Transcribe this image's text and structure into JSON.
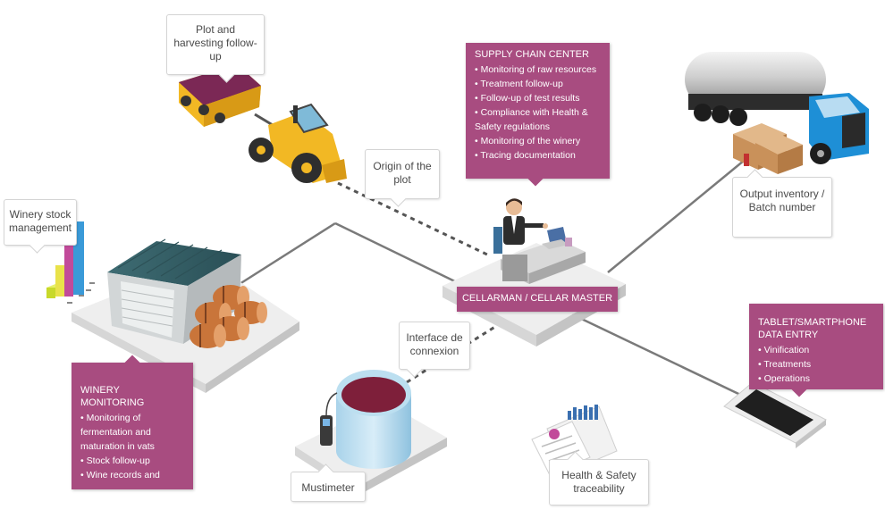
{
  "callouts": {
    "plot": "Plot and harvesting follow-up",
    "origin": "Origin of the plot",
    "stock": "Winery stock management",
    "interface": "Interface de connexion",
    "mustimeter": "Mustimeter",
    "health": "Health & Safety traceability",
    "output": "Output inventory / Batch number"
  },
  "supply_chain": {
    "title": "SUPPLY CHAIN CENTER",
    "items": [
      "• Monitoring of raw resources",
      "• Treatment follow-up",
      "• Follow-up of test results",
      "• Compliance with Health & Safety regulations",
      "• Monitoring of the winery",
      "• Tracing documentation"
    ]
  },
  "winery_monitoring": {
    "title": "WINERY MONITORING",
    "items": [
      "• Monitoring of fermentation and maturation in vats",
      "• Stock follow-up",
      "• Wine records and"
    ]
  },
  "tablet": {
    "title": "TABLET/SMARTPHONE DATA ENTRY",
    "items": [
      "• Vinification",
      "• Treatments",
      "• Operations"
    ]
  },
  "cellarman_label": "CELLARMAN / CELLAR MASTER",
  "colors": {
    "accent": "#a84c80",
    "platform": "#ececec",
    "truck_cab": "#1e8fd6",
    "tractor": "#f2b824"
  }
}
